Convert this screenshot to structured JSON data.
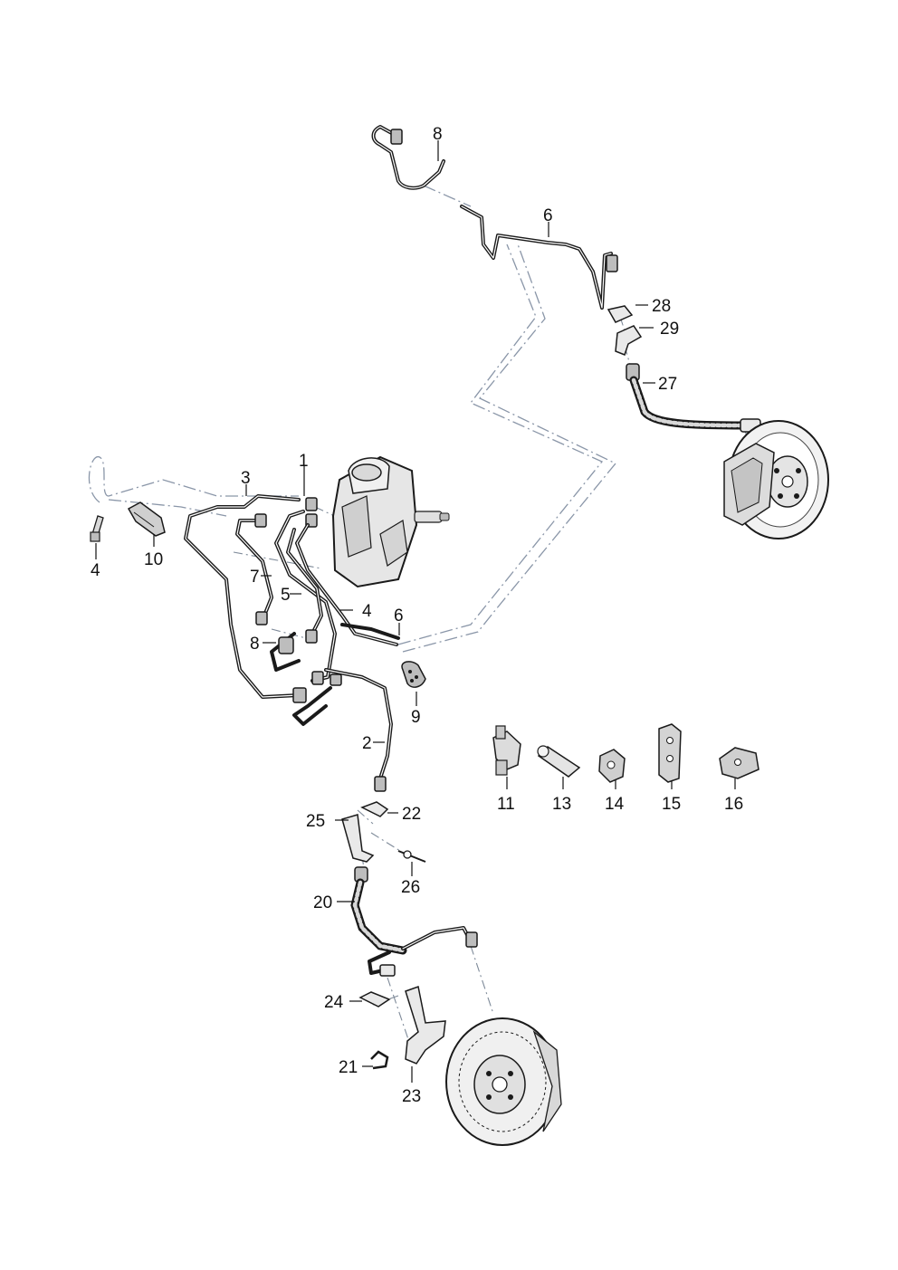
{
  "callouts": {
    "c1": "1",
    "c2": "2",
    "c3": "3",
    "c4a": "4",
    "c4b": "4",
    "c5": "5",
    "c6a": "6",
    "c6b": "6",
    "c7": "7",
    "c8a": "8",
    "c8b": "8",
    "c9": "9",
    "c10": "10",
    "c11": "11",
    "c13": "13",
    "c14": "14",
    "c15": "15",
    "c16": "16",
    "c20": "20",
    "c21": "21",
    "c22": "22",
    "c23": "23",
    "c24": "24",
    "c25": "25",
    "c26": "26",
    "c27": "27",
    "c28": "28",
    "c29": "29"
  },
  "icons": {
    "master_cylinder": "brake-master-cylinder-icon",
    "front_disc": "front-brake-disc-icon",
    "rear_disc": "rear-brake-disc-icon",
    "clips": "pipe-clip-icon"
  }
}
